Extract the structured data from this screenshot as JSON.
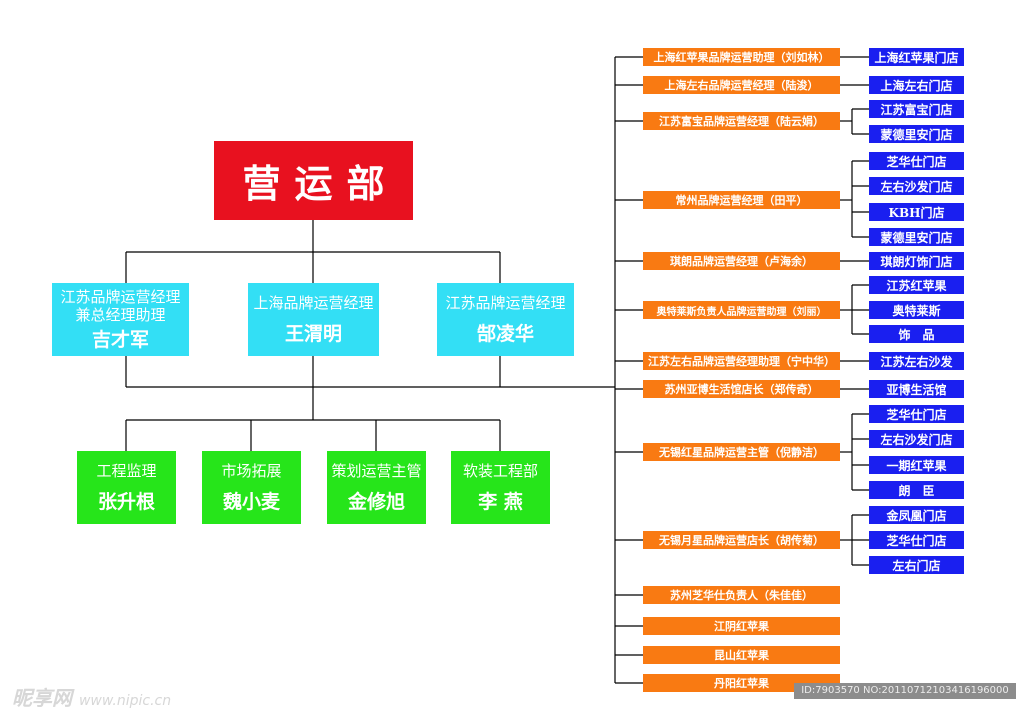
{
  "top": {
    "label": "营运部"
  },
  "managers": [
    {
      "title": "江苏品牌运营经理\n兼总经理助理",
      "name": "吉才军"
    },
    {
      "title": "上海品牌运营经理",
      "name": "王渭明"
    },
    {
      "title": "江苏品牌运营经理",
      "name": "郜凌华"
    }
  ],
  "departments": [
    {
      "title": "工程监理",
      "name": "张升根"
    },
    {
      "title": "市场拓展",
      "name": "魏小麦"
    },
    {
      "title": "策划运营主管",
      "name": "金修旭"
    },
    {
      "title": "软装工程部",
      "name": "李 燕"
    }
  ],
  "roles": [
    "上海红苹果品牌运营助理（刘如林）",
    "上海左右品牌运营经理（陆浚）",
    "江苏富宝品牌运营经理（陆云娟）",
    "常州品牌运营经理（田平）",
    "琪朗品牌运营经理（卢海余）",
    "奥特莱斯负责人品牌运营助理（刘丽）",
    "江苏左右品牌运营经理助理（宁中华）",
    "苏州亚博生活馆店长（郑传奇）",
    "无锡红星品牌运营主管（倪静洁）",
    "无锡月星品牌运营店长（胡传菊）",
    "苏州芝华仕负责人（朱佳佳）",
    "江阴红苹果",
    "昆山红苹果",
    "丹阳红苹果"
  ],
  "stores": [
    "上海红苹果门店",
    "上海左右门店",
    "江苏富宝门店",
    "蒙德里安门店",
    "芝华仕门店",
    "左右沙发门店",
    "KBH门店",
    "蒙德里安门店",
    "琪朗灯饰门店",
    "江苏红苹果",
    "奥特莱斯",
    "饰　品",
    "江苏左右沙发",
    "亚博生活馆",
    "芝华仕门店",
    "左右沙发门店",
    "一期红苹果",
    "朗　臣",
    "金凤凰门店",
    "芝华仕门店",
    "左右门店"
  ],
  "watermark": {
    "brand": "昵享网",
    "url": "www.nipic.cn"
  },
  "image_id": "ID:7903570 NO:20110712103416196000",
  "colors": {
    "top": "#e8111f",
    "manager": "#33dff5",
    "department": "#26e51a",
    "role": "#f97a12",
    "store": "#1a1ff0"
  }
}
